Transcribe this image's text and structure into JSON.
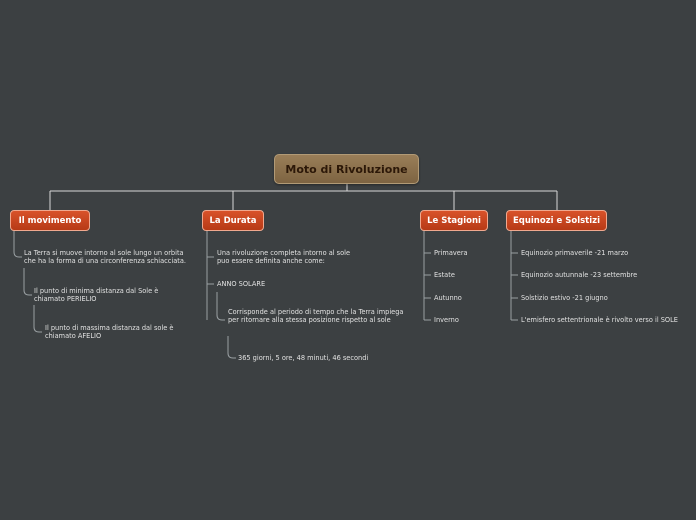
{
  "root": {
    "label": "Moto di Rivoluzione"
  },
  "branches": [
    {
      "label": "Il movimento",
      "items": [
        "La Terra si muove intorno al sole lungo un orbita che ha la forma di una circonferenza schiacciata.",
        "Il punto di minima distanza dal Sole è chiamato PERIELIO",
        "Il punto di massima distanza dal sole è chiamato AFELIO"
      ]
    },
    {
      "label": "La Durata",
      "items": [
        "Una rivoluzione completa intorno al sole puo essere definita anche come:",
        "ANNO SOLARE",
        "Corrisponde al periodo di tempo che la Terra impiega per ritornare alla stessa posizione rispetto al sole",
        "365 giorni, 5 ore, 48 minuti, 46 secondi"
      ]
    },
    {
      "label": "Le Stagioni",
      "items": [
        "Primavera",
        "Estate",
        "Autunno",
        "Inverno"
      ]
    },
    {
      "label": "Equinozi e Solstizi",
      "items": [
        "Equinozio primaverile -21 marzo",
        "Equinozio autunnale -23 settembre",
        "Solstizio estivo -21 giugno",
        "L'emisfero settentrionale è rivolto verso il SOLE"
      ]
    }
  ]
}
